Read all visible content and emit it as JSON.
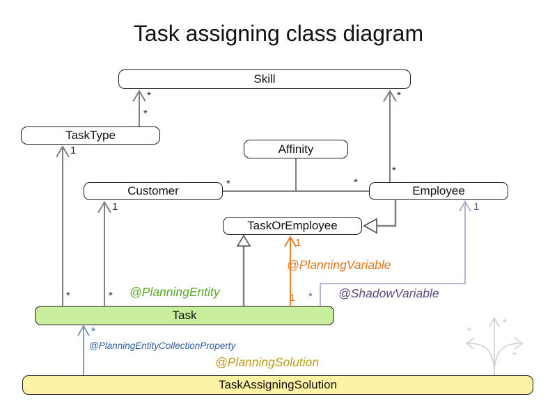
{
  "title": "Task assigning class diagram",
  "classes": {
    "skill": "Skill",
    "task_type": "TaskType",
    "affinity": "Affinity",
    "customer": "Customer",
    "employee": "Employee",
    "task_or_employee": "TaskOrEmployee",
    "task": "Task",
    "task_assigning_solution": "TaskAssigningSolution"
  },
  "annotations": {
    "planning_entity": "@PlanningEntity",
    "planning_variable": "@PlanningVariable",
    "shadow_variable": "@ShadowVariable",
    "planning_entity_collection_property": "@PlanningEntityCollectionProperty",
    "planning_solution": "@PlanningSolution"
  },
  "multiplicities": {
    "tasktype_skill_head": "*",
    "tasktype_skill_tail": "*",
    "employee_skill_head": "*",
    "employee_skill_tail": "*",
    "task_tasktype_head": "1",
    "task_tasktype_tail": "*",
    "task_customer_head": "1",
    "task_customer_tail": "*",
    "customer_employee_left": "*",
    "customer_employee_right": "*",
    "employee_shadow_head": "1",
    "planning_variable_head": "1",
    "planning_variable_tail": "1",
    "shadow_variable_tail": "*",
    "collection_property_tail": "*",
    "ghost_top": "*",
    "ghost_left": "*",
    "ghost_right": "*"
  },
  "colors": {
    "task_fill_green": "#c8ee9e",
    "solution_fill_yellow": "#fdf3a4",
    "planning_entity_green": "#56a824",
    "planning_variable_orange": "#e0751c",
    "shadow_variable_purple": "#604a7b",
    "shadow_line_purple": "#b5a6c9",
    "collection_property_blue": "#2e5f9e",
    "collection_line_blue": "#7b92ab",
    "planning_solution_gold": "#bf9b1a",
    "association_gray": "#7f7f7f",
    "ghost_gray": "#cfcfcf"
  }
}
